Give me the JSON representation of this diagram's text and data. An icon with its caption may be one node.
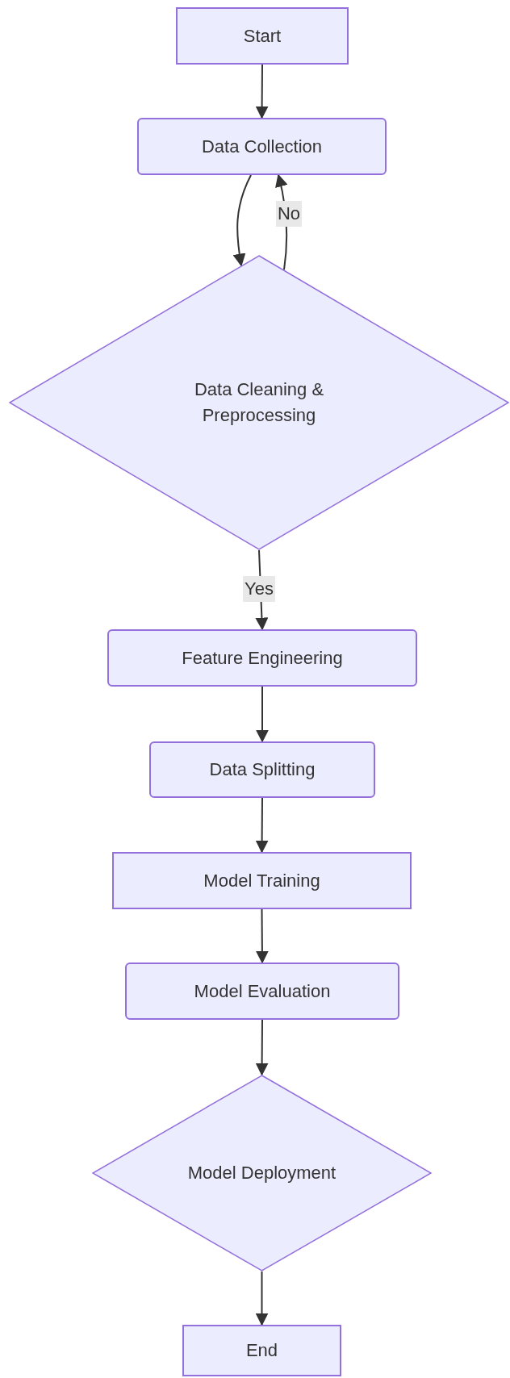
{
  "diagram": {
    "nodes": [
      {
        "text": [
          "Start"
        ]
      },
      {
        "text": [
          "Data Collection"
        ]
      },
      {
        "text": [
          "Data Cleaning & Preprocessing"
        ]
      },
      {
        "text": [
          "Feature Engineering"
        ]
      },
      {
        "text": [
          "Data Splitting"
        ]
      },
      {
        "text": [
          "Model Training"
        ]
      },
      {
        "text": [
          "Model Evaluation"
        ]
      },
      {
        "text": [
          "Model Deployment"
        ]
      },
      {
        "text": [
          "End"
        ]
      }
    ],
    "edges": [
      {
        "from": 0,
        "to": 1,
        "arrow": "to"
      },
      {
        "from": 1,
        "to": 2,
        "arrow": "to"
      },
      {
        "from": 2,
        "to": 1,
        "arrow": "to",
        "label": "No"
      },
      {
        "from": 2,
        "to": 3,
        "arrow": "to",
        "label": "Yes"
      },
      {
        "from": 3,
        "to": 4,
        "arrow": "to"
      },
      {
        "from": 4,
        "to": 5,
        "arrow": "to"
      },
      {
        "from": 5,
        "to": 6,
        "arrow": "to"
      },
      {
        "from": 6,
        "to": 7,
        "arrow": "to"
      },
      {
        "from": 7,
        "to": 8,
        "arrow": "to"
      }
    ]
  }
}
